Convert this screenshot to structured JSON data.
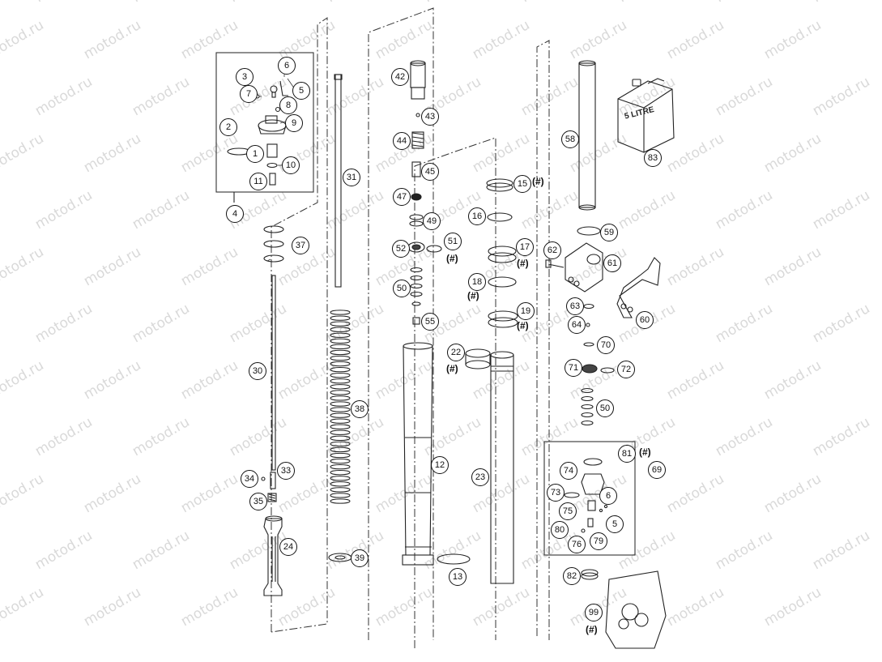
{
  "watermark": "motod.ru",
  "can_label": "5 LITRE",
  "parts": [
    {
      "id": "p1",
      "label": "1"
    },
    {
      "id": "p2",
      "label": "2"
    },
    {
      "id": "p3",
      "label": "3"
    },
    {
      "id": "p4",
      "label": "4"
    },
    {
      "id": "p5a",
      "label": "5"
    },
    {
      "id": "p6a",
      "label": "6"
    },
    {
      "id": "p7",
      "label": "7"
    },
    {
      "id": "p8",
      "label": "8"
    },
    {
      "id": "p9",
      "label": "9"
    },
    {
      "id": "p10",
      "label": "10"
    },
    {
      "id": "p11",
      "label": "11"
    },
    {
      "id": "p12",
      "label": "12"
    },
    {
      "id": "p13",
      "label": "13"
    },
    {
      "id": "p15",
      "label": "15"
    },
    {
      "id": "p16",
      "label": "16"
    },
    {
      "id": "p17",
      "label": "17"
    },
    {
      "id": "p18",
      "label": "18"
    },
    {
      "id": "p19",
      "label": "19"
    },
    {
      "id": "p22",
      "label": "22"
    },
    {
      "id": "p23",
      "label": "23"
    },
    {
      "id": "p24",
      "label": "24"
    },
    {
      "id": "p30",
      "label": "30"
    },
    {
      "id": "p31",
      "label": "31"
    },
    {
      "id": "p33",
      "label": "33"
    },
    {
      "id": "p34",
      "label": "34"
    },
    {
      "id": "p35",
      "label": "35"
    },
    {
      "id": "p37",
      "label": "37"
    },
    {
      "id": "p38",
      "label": "38"
    },
    {
      "id": "p39",
      "label": "39"
    },
    {
      "id": "p42",
      "label": "42"
    },
    {
      "id": "p43",
      "label": "43"
    },
    {
      "id": "p44",
      "label": "44"
    },
    {
      "id": "p45",
      "label": "45"
    },
    {
      "id": "p47",
      "label": "47"
    },
    {
      "id": "p49",
      "label": "49"
    },
    {
      "id": "p50a",
      "label": "50"
    },
    {
      "id": "p51",
      "label": "51"
    },
    {
      "id": "p52",
      "label": "52"
    },
    {
      "id": "p55",
      "label": "55"
    },
    {
      "id": "p58",
      "label": "58"
    },
    {
      "id": "p59",
      "label": "59"
    },
    {
      "id": "p60",
      "label": "60"
    },
    {
      "id": "p61",
      "label": "61"
    },
    {
      "id": "p62",
      "label": "62"
    },
    {
      "id": "p63",
      "label": "63"
    },
    {
      "id": "p64",
      "label": "64"
    },
    {
      "id": "p69",
      "label": "69"
    },
    {
      "id": "p70",
      "label": "70"
    },
    {
      "id": "p71",
      "label": "71"
    },
    {
      "id": "p72",
      "label": "72"
    },
    {
      "id": "p50b",
      "label": "50"
    },
    {
      "id": "p73",
      "label": "73"
    },
    {
      "id": "p74",
      "label": "74"
    },
    {
      "id": "p75",
      "label": "75"
    },
    {
      "id": "p76",
      "label": "76"
    },
    {
      "id": "p79",
      "label": "79"
    },
    {
      "id": "p80",
      "label": "80"
    },
    {
      "id": "p81",
      "label": "81"
    },
    {
      "id": "p82",
      "label": "82"
    },
    {
      "id": "p6b",
      "label": "6"
    },
    {
      "id": "p5b",
      "label": "5"
    },
    {
      "id": "p83",
      "label": "83"
    },
    {
      "id": "p99",
      "label": "99"
    }
  ],
  "notes": [
    {
      "id": "n15",
      "text": "(#)"
    },
    {
      "id": "n51",
      "text": "(#)"
    },
    {
      "id": "n17",
      "text": "(#)"
    },
    {
      "id": "n18",
      "text": "(#)"
    },
    {
      "id": "n19",
      "text": "(#)"
    },
    {
      "id": "n22",
      "text": "(#)"
    },
    {
      "id": "n81",
      "text": "(#)"
    },
    {
      "id": "n99",
      "text": "(#)"
    }
  ]
}
